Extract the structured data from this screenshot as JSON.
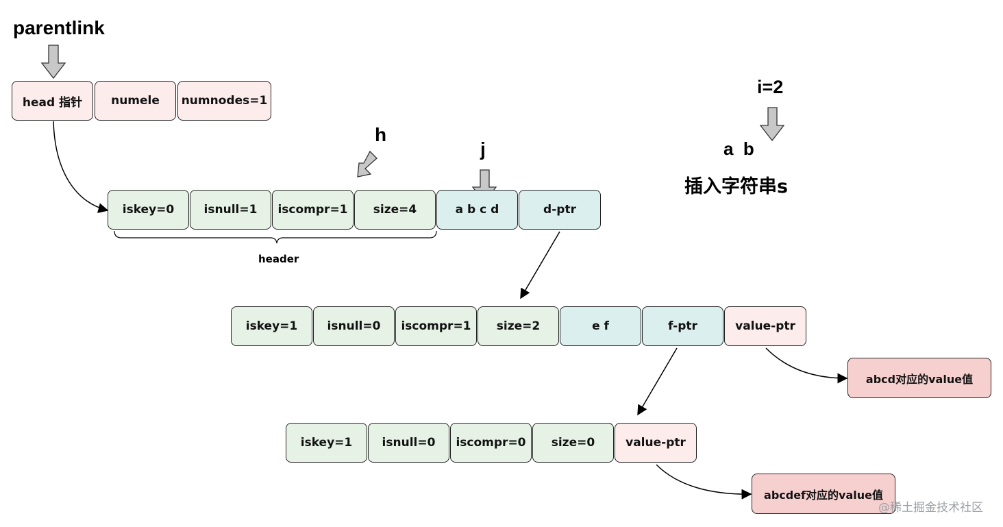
{
  "labels": {
    "parentlink": "parentlink",
    "h": "h",
    "j": "j",
    "i": "i=2",
    "ab": "a  b",
    "insert": "插入字符串s",
    "header": "header"
  },
  "parent_node": [
    "head 指针",
    "numele",
    "numnodes=1"
  ],
  "node1": [
    "iskey=0",
    "isnull=1",
    "iscompr=1",
    "size=4",
    "a b c d",
    "d-ptr"
  ],
  "node2": [
    "iskey=1",
    "isnull=0",
    "iscompr=1",
    "size=2",
    "e f",
    "f-ptr",
    "value-ptr"
  ],
  "node3": [
    "iskey=1",
    "isnull=0",
    "iscompr=0",
    "size=0",
    "value-ptr"
  ],
  "values": {
    "abcd": "abcd对应的value值",
    "abcdef": "abcdef对应的value值"
  },
  "watermark": "@稀土掘金技术社区",
  "colors": {
    "header_fill": "#e6f2e6",
    "data_fill": "#dcefef",
    "pointer_fill": "#fcecec",
    "value_fill": "#f6cfcf",
    "arrow_fill": "#c8c8c8"
  }
}
